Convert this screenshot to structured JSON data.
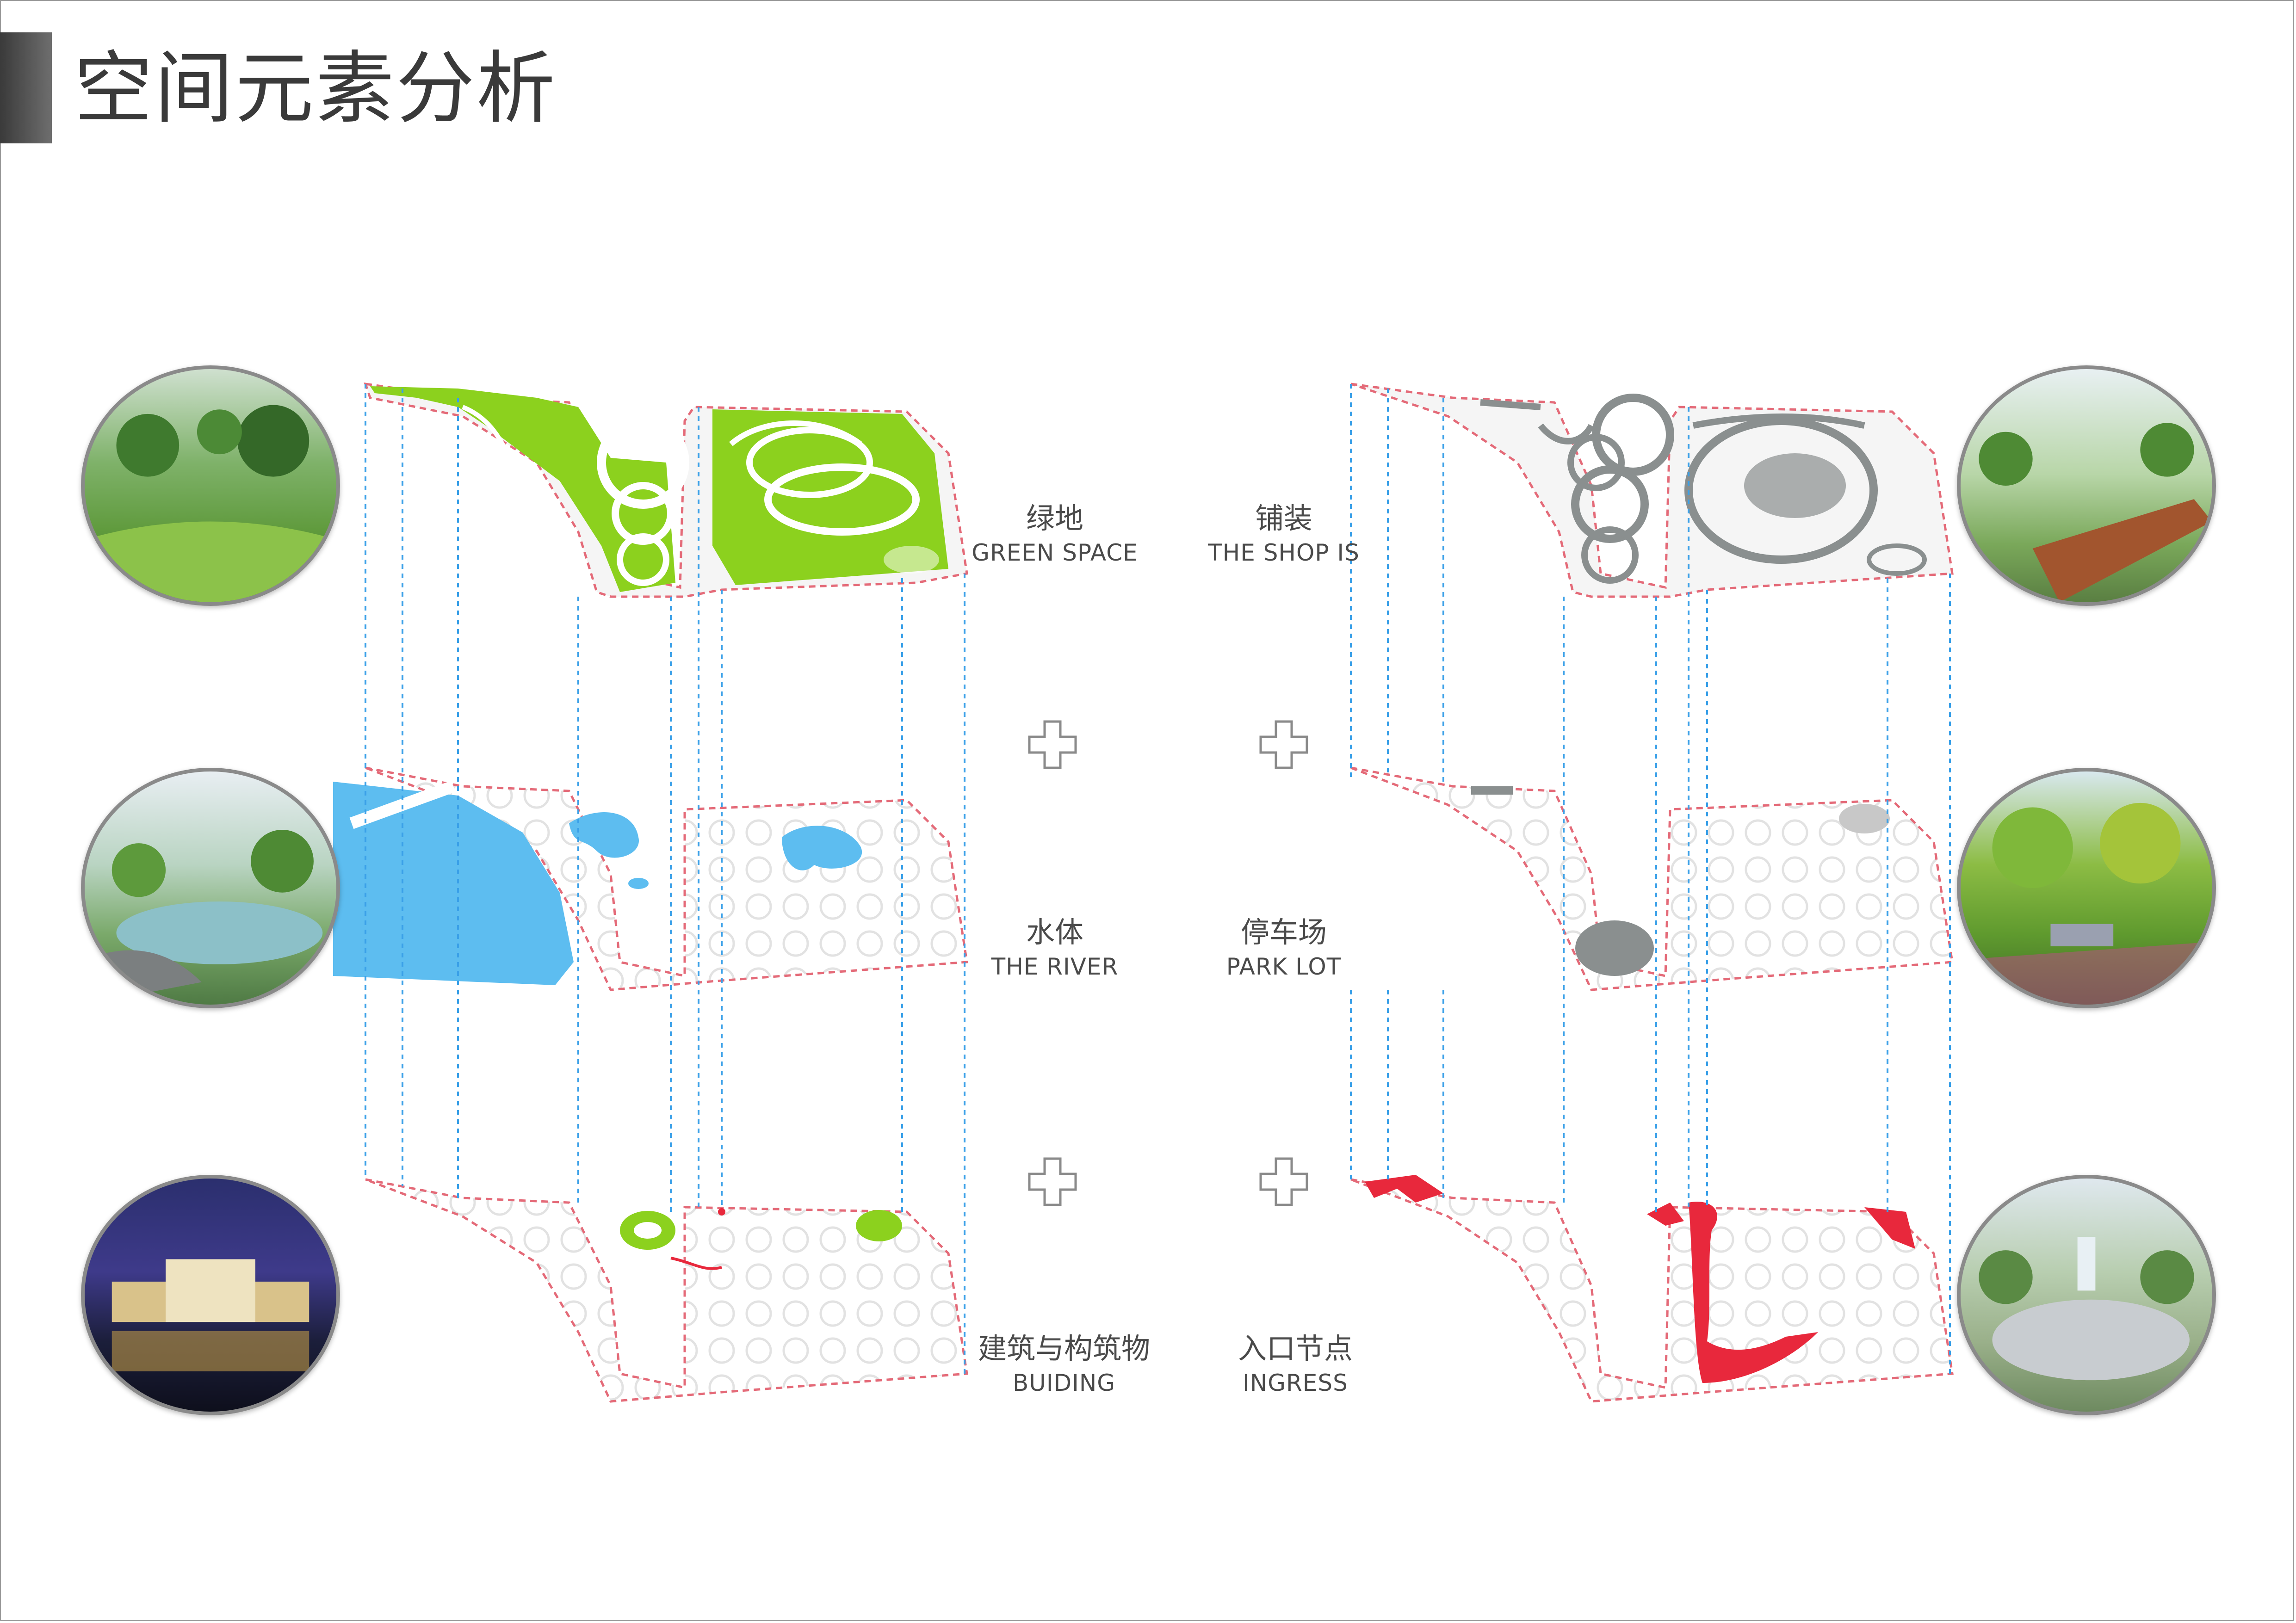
{
  "header": {
    "title": "空间元素分析"
  },
  "layers": [
    {
      "cn": "绿地",
      "en": "GREEN SPACE"
    },
    {
      "cn": "铺装",
      "en": "THE SHOP IS"
    },
    {
      "cn": "水体",
      "en": "THE RIVER"
    },
    {
      "cn": "停车场",
      "en": "PARK LOT"
    },
    {
      "cn": "建筑与构筑物",
      "en": "BUIDING"
    },
    {
      "cn": "入口节点",
      "en": "INGRESS"
    }
  ],
  "colors": {
    "green": "#8cd11e",
    "water": "#5dbdf0",
    "paving": "#8a8f8f",
    "ingress": "#e8283c",
    "guide": "#3aa0e8",
    "outline": "#e46a78"
  }
}
